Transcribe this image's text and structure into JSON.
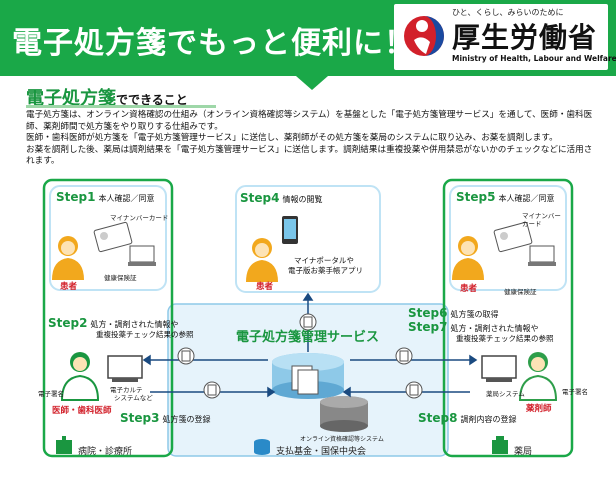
{
  "banner": {
    "title": "電子処方箋でもっと便利に！",
    "logo_tagline": "ひと、くらし、みらいのために",
    "logo_name": "厚生労働省",
    "logo_english": "Ministry of Health, Labour and Welfare"
  },
  "section": {
    "title_main": "電子処方箋",
    "title_rest": "でできること",
    "desc": [
      "電子処方箋は、オンライン資格確認の仕組み（オンライン資格確認等システム）を基盤とした「電子処方箋管理サービス」を通して、医師・歯科医師、薬剤師間で処方箋をやり取りする仕組みです。",
      "医師・歯科医師が処方箋を「電子処方箋管理サービス」に送信し、薬剤師がその処方箋を薬局のシステムに取り込み、お薬を調剤します。",
      "お薬を調剤した後、薬局は調剤結果を「電子処方箋管理サービス」に送信します。調剤結果は重複投薬や併用禁忌がないかのチェックなどに活用されます。"
    ]
  },
  "steps": {
    "s1": {
      "num": "Step1",
      "text": "本人確認／同意"
    },
    "s2": {
      "num": "Step2",
      "text": "処方・調剤された情報や",
      "text2": "重複投薬チェック結果の参照"
    },
    "s3": {
      "num": "Step3",
      "text": "処方箋の登録"
    },
    "s4": {
      "num": "Step4",
      "text": "情報の閲覧"
    },
    "s5": {
      "num": "Step5",
      "text": "本人確認／同意"
    },
    "s6": {
      "num": "Step6",
      "text": "処方箋の取得"
    },
    "s7": {
      "num": "Step7",
      "text": "処方・調剤された情報や",
      "text2": "重複投薬チェック結果の参照"
    },
    "s8": {
      "num": "Step8",
      "text": "調剤内容の登録"
    }
  },
  "labels": {
    "my_number_card": "マイナンバーカード",
    "insurance_card": "健康保険証",
    "patient": "患者",
    "mynaportal": "マイナポータルや",
    "e_notebook": "電子版お薬手帳アプリ",
    "service_title": "電子処方箋管理サービス",
    "online_system": "オンライン資格確認等システム",
    "doctor": "医師・歯科医師",
    "e_signature": "電子署名",
    "e_karte": "電子カルテ",
    "e_karte2": "システムなど",
    "pharmacist": "薬剤師",
    "pharmacy_system": "薬局システム",
    "hospital": "病院・診療所",
    "fund": "支払基金・国保中央会",
    "pharmacy": "薬局"
  },
  "colors": {
    "brand_green": "#1aa848",
    "step_green": "#1a9640",
    "panel_blue": "#e6f3fb",
    "patient_orange": "#f2a81d",
    "pharmacist_green": "#2e9e4a",
    "logo_red": "#d2202a",
    "logo_blue": "#1a4aa0"
  }
}
